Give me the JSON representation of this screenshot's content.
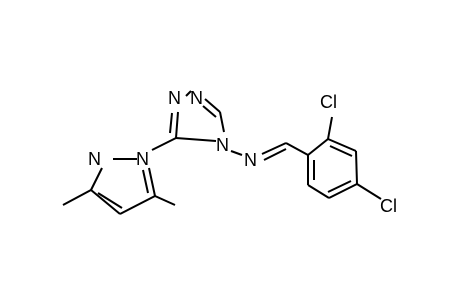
{
  "structure": {
    "atoms": {
      "n_pyrazole_2": "N",
      "n_pyrazole_1": "N",
      "n_triazole_1": "N",
      "n_triazole_2": "N",
      "n_triazole_4": "N",
      "n_imine": "N",
      "cl_ortho": "Cl",
      "cl_para": "Cl"
    }
  }
}
